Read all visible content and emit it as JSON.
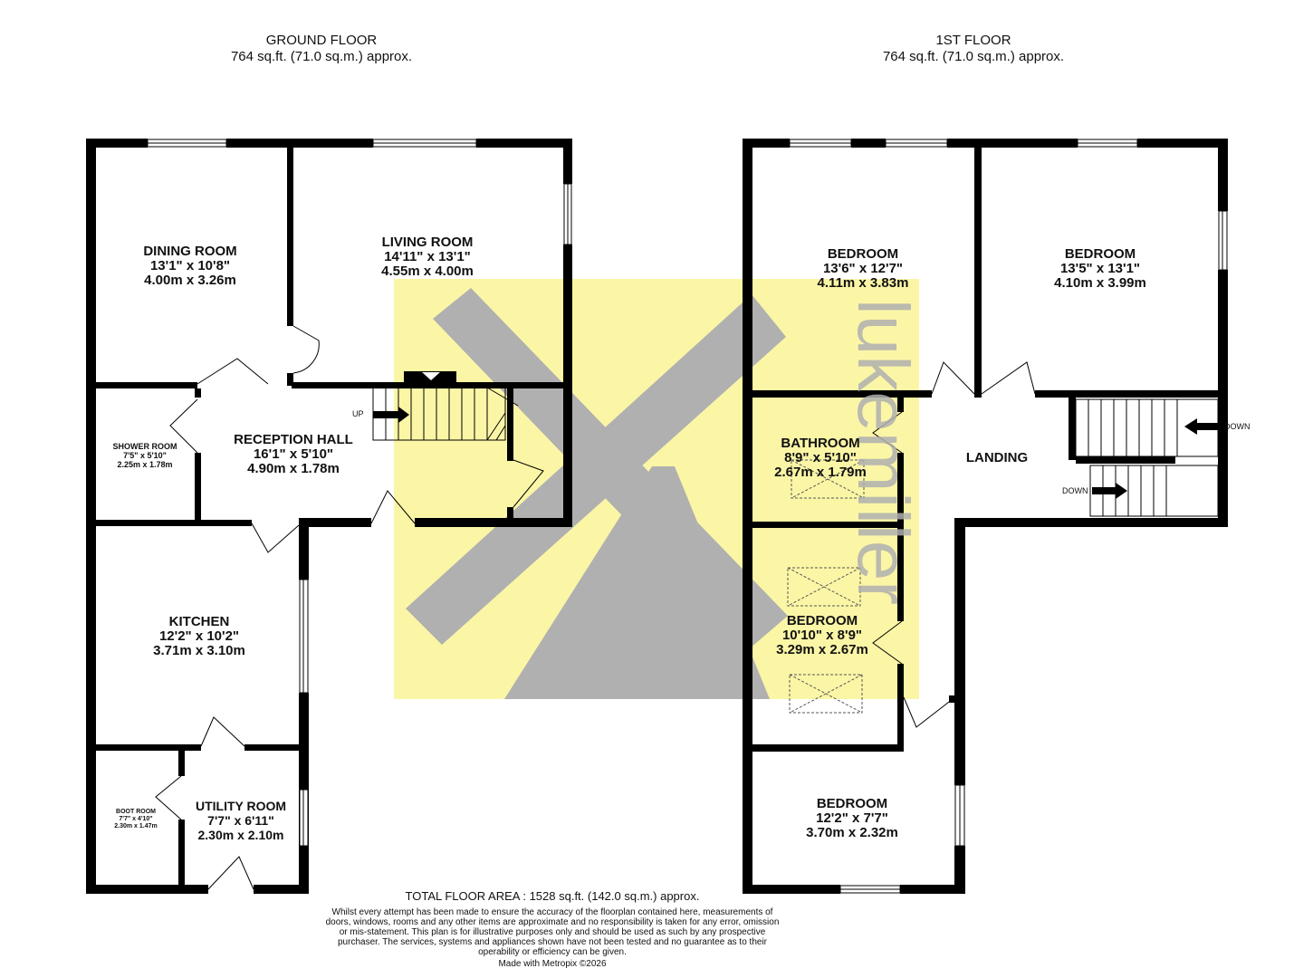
{
  "ground_floor": {
    "title": "GROUND FLOOR",
    "area": "764 sq.ft. (71.0 sq.m.) approx.",
    "rooms": {
      "dining": {
        "name": "DINING ROOM",
        "imperial": "13'1\"  x 10'8\"",
        "metric": "4.00m  x 3.26m"
      },
      "living": {
        "name": "LIVING ROOM",
        "imperial": "14'11\"  x 13'1\"",
        "metric": "4.55m  x 4.00m"
      },
      "shower": {
        "name": "SHOWER ROOM",
        "imperial": "7'5\"  x 5'10\"",
        "metric": "2.25m  x 1.78m"
      },
      "hall": {
        "name": "RECEPTION HALL",
        "imperial": "16'1\"  x 5'10\"",
        "metric": "4.90m  x 1.78m"
      },
      "kitchen": {
        "name": "KITCHEN",
        "imperial": "12'2\"  x 10'2\"",
        "metric": "3.71m  x 3.10m"
      },
      "boot": {
        "name": "BOOT ROOM",
        "imperial": "7'7\"  x 4'10\"",
        "metric": "2.30m  x 1.47m"
      },
      "utility": {
        "name": "UTILITY ROOM",
        "imperial": "7'7\"  x 6'11\"",
        "metric": "2.30m  x 2.10m"
      }
    },
    "stair_label": "UP"
  },
  "first_floor": {
    "title": "1ST FLOOR",
    "area": "764 sq.ft. (71.0 sq.m.) approx.",
    "rooms": {
      "bed1": {
        "name": "BEDROOM",
        "imperial": "13'6\"  x 12'7\"",
        "metric": "4.11m  x 3.83m"
      },
      "bed2": {
        "name": "BEDROOM",
        "imperial": "13'5\"  x 13'1\"",
        "metric": "4.10m  x 3.99m"
      },
      "bath": {
        "name": "BATHROOM",
        "imperial": "8'9\"  x 5'10\"",
        "metric": "2.67m  x 1.79m"
      },
      "landing": {
        "name": "LANDING"
      },
      "bed3": {
        "name": "BEDROOM",
        "imperial": "10'10\"  x 8'9\"",
        "metric": "3.29m  x 2.67m"
      },
      "bed4": {
        "name": "BEDROOM",
        "imperial": "12'2\"  x 7'7\"",
        "metric": "3.70m  x 2.32m"
      }
    },
    "stair_down_1": "DOWN",
    "stair_down_2": "DOWN"
  },
  "footer": {
    "total_area": "TOTAL FLOOR AREA : 1528 sq.ft. (142.0 sq.m.) approx.",
    "disclaimer": "Whilst every attempt has been made to ensure the accuracy of the floorplan contained here, measurements of doors, windows, rooms and any other items are approximate and no responsibility is taken for any error, omission or mis-statement. This plan is for illustrative purposes only and should be used as such by any prospective purchaser. The services, systems and appliances shown have not been tested and no guarantee as to their operability or efficiency can be given.",
    "made_with": "Made with Metropix ©2026"
  },
  "watermark": {
    "text": "lukemiller",
    "colors": {
      "background": "#fbf6a6",
      "mark": "#b0b0b0"
    }
  }
}
